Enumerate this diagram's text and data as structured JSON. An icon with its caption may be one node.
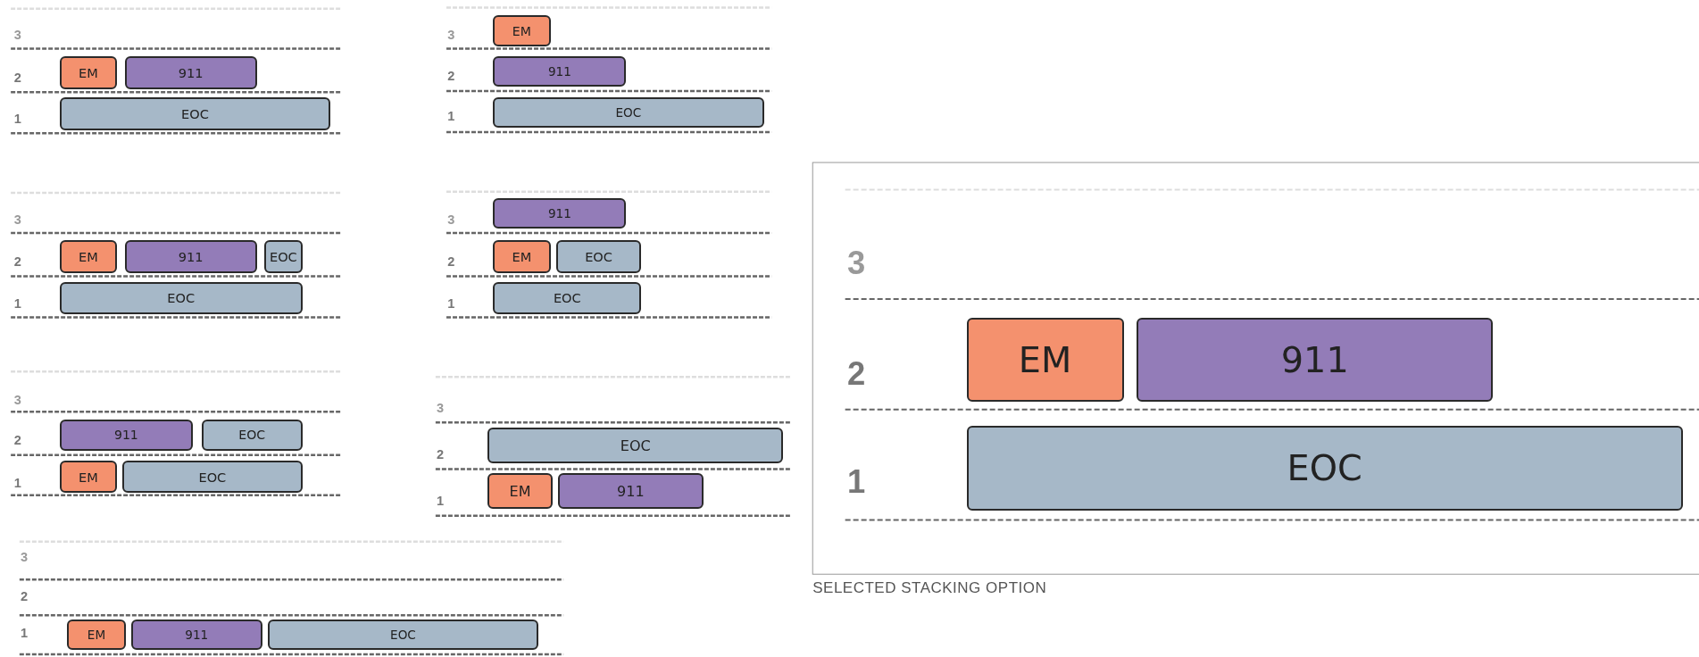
{
  "diagram": {
    "caption": "SELECTED STACKING OPTION",
    "nodes": [
      {
        "text": [
          "EM"
        ]
      },
      {
        "text": [
          "911"
        ]
      },
      {
        "text": [
          "EOC"
        ]
      },
      {
        "text": [
          "EM"
        ]
      },
      {
        "text": [
          "911"
        ]
      },
      {
        "text": [
          "EOC"
        ]
      },
      {
        "text": [
          "EM"
        ]
      },
      {
        "text": [
          "911"
        ]
      },
      {
        "text": [
          "EOC"
        ]
      },
      {
        "text": [
          "EOC"
        ]
      },
      {
        "text": [
          "911"
        ]
      },
      {
        "text": [
          "EM"
        ]
      },
      {
        "text": [
          "EOC"
        ]
      },
      {
        "text": [
          "EOC"
        ]
      },
      {
        "text": [
          "911"
        ]
      },
      {
        "text": [
          "EOC"
        ]
      },
      {
        "text": [
          "EM"
        ]
      },
      {
        "text": [
          "EOC"
        ]
      },
      {
        "text": [
          "EOC"
        ]
      },
      {
        "text": [
          "EM"
        ]
      },
      {
        "text": [
          "911"
        ]
      },
      {
        "text": [
          "EM"
        ]
      },
      {
        "text": [
          "911"
        ]
      },
      {
        "text": [
          "EOC"
        ]
      },
      {
        "text": [
          "EM"
        ]
      },
      {
        "text": [
          "911"
        ]
      },
      {
        "text": [
          "EOC"
        ]
      }
    ],
    "edges": [],
    "labels": [
      "3",
      "2",
      "1",
      "3",
      "2",
      "1",
      "3",
      "2",
      "1",
      "3",
      "2",
      "1",
      "3",
      "2",
      "1",
      "3",
      "2",
      "1",
      "3",
      "2",
      "1",
      "3",
      "2",
      "1"
    ]
  }
}
